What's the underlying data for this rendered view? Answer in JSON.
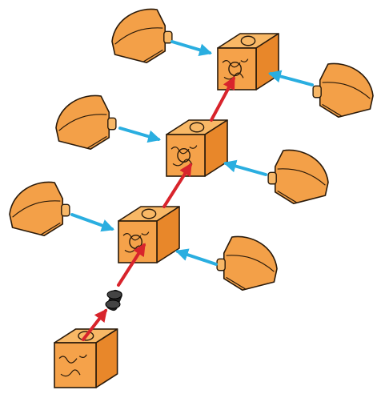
{
  "diagram": {
    "colors": {
      "block_face": "#f5a24a",
      "block_side": "#e8872a",
      "block_top": "#f8b866",
      "outline": "#2a1a0a",
      "cap": "#f3a048",
      "cap_light": "#f7b767",
      "attach_arrow": "#2aaee0",
      "stack_arrow": "#d8242c",
      "connector": "#1c1c1c"
    },
    "parts": {
      "cubes": 4,
      "rounded_caps": 6,
      "connector_pins": 1
    },
    "arrows": {
      "cap_attach": 6,
      "stack": 4
    }
  }
}
